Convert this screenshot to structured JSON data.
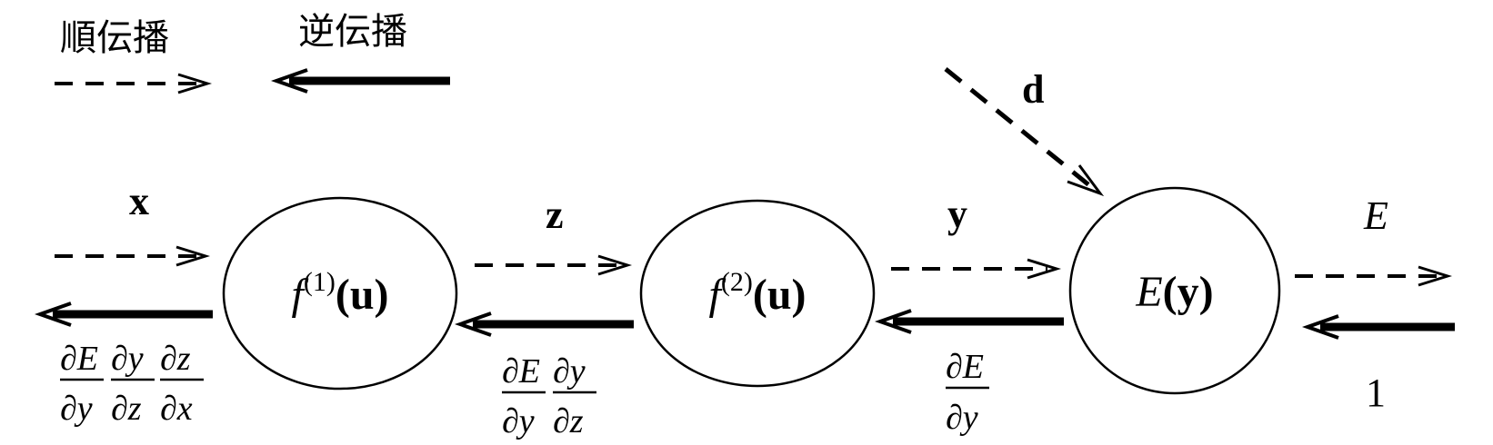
{
  "legend": {
    "forward_label": "順伝播",
    "backward_label": "逆伝播"
  },
  "inputs": {
    "x": "x",
    "d": "d"
  },
  "edges": {
    "z": "z",
    "y": "y",
    "E": "E"
  },
  "nodes": {
    "f1": {
      "fn": "f",
      "sup": "(1)",
      "arg": "(u)"
    },
    "f2": {
      "fn": "f",
      "sup": "(2)",
      "arg": "(u)"
    },
    "loss": {
      "fn": "E",
      "arg": "(y)"
    }
  },
  "gradients": {
    "g1": [
      {
        "num": "∂E",
        "den": "∂y"
      },
      {
        "num": "∂y",
        "den": "∂z"
      },
      {
        "num": "∂z",
        "den": "∂x"
      }
    ],
    "g2": [
      {
        "num": "∂E",
        "den": "∂y"
      },
      {
        "num": "∂y",
        "den": "∂z"
      }
    ],
    "g3": [
      {
        "num": "∂E",
        "den": "∂y"
      }
    ],
    "seed": "1"
  },
  "colors": {
    "ink": "#000000",
    "background": "#ffffff"
  }
}
